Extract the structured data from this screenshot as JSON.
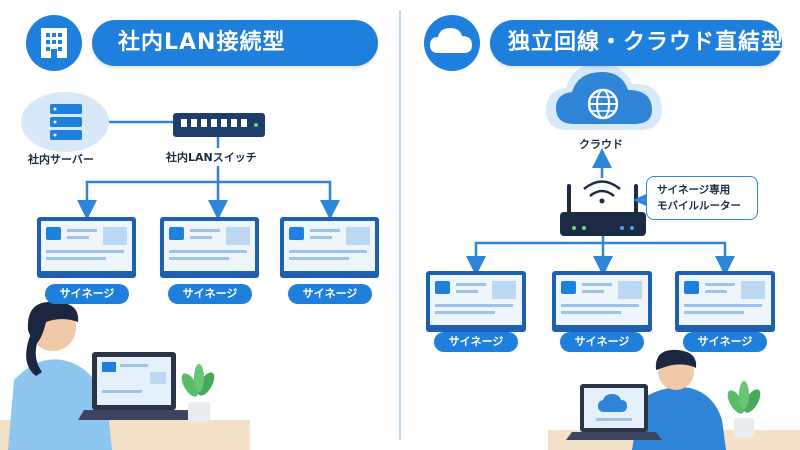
{
  "left_panel": {
    "title": "社内LAN接続型",
    "server_label": "社内サーバー",
    "switch_label": "社内LANスイッチ",
    "signage_labels": [
      "サイネージ",
      "サイネージ",
      "サイネージ"
    ]
  },
  "right_panel": {
    "title": "独立回線・クラウド直結型",
    "cloud_label": "クラウド",
    "router_callout_line1": "サイネージ専用",
    "router_callout_line2": "モバイルルーター",
    "signage_labels": [
      "サイネージ",
      "サイネージ",
      "サイネージ"
    ]
  },
  "colors": {
    "primary": "#1f7fdc",
    "accent_light": "#d8e9fb",
    "arrow": "#2f85d8",
    "text_dark": "#1b2b44"
  },
  "icons": [
    "building-icon",
    "cloud-icon",
    "server-icon",
    "network-switch-icon",
    "globe-icon",
    "wifi-icon",
    "router-icon",
    "megaphone-icon",
    "image-icon",
    "laptop-icon",
    "plant-icon"
  ]
}
